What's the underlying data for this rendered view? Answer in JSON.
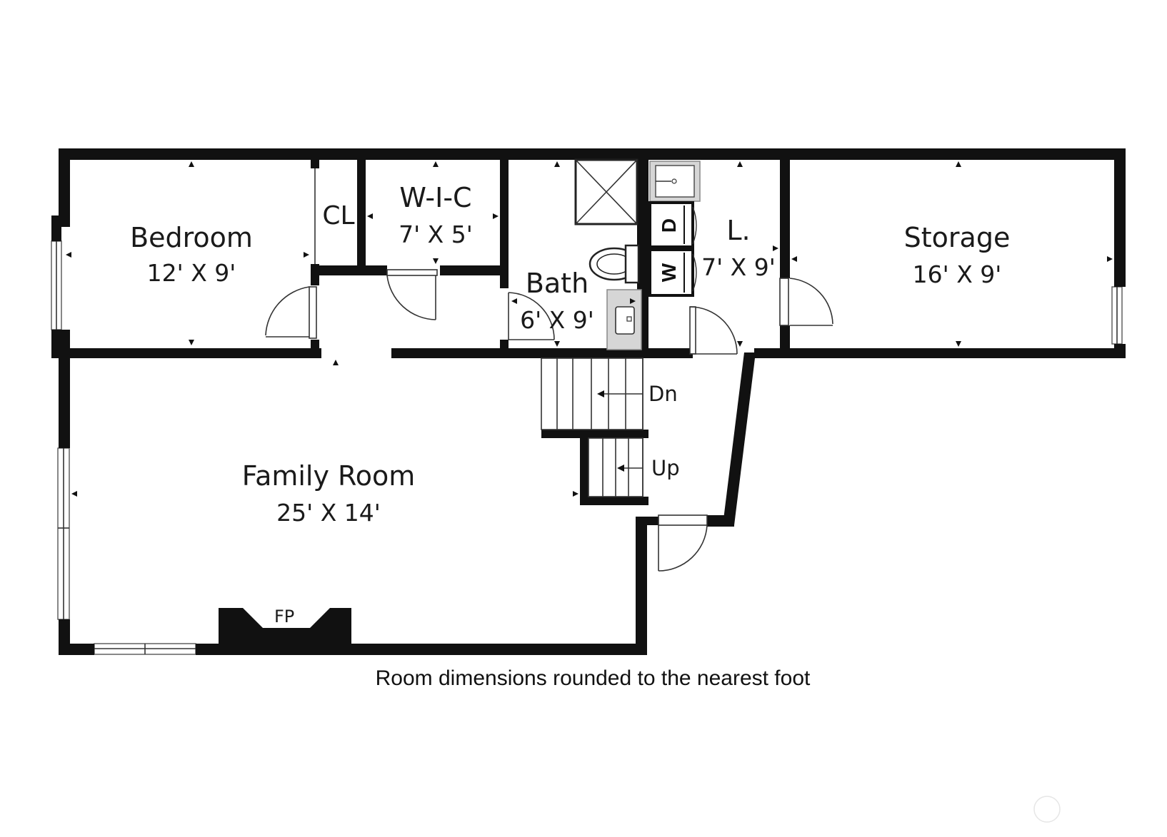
{
  "floorplan": {
    "rooms": [
      {
        "id": "bedroom",
        "name": "Bedroom",
        "dimensions": "12' X 9'"
      },
      {
        "id": "closet",
        "name": "CL",
        "dimensions": ""
      },
      {
        "id": "wic",
        "name": "W-I-C",
        "dimensions": "7' X 5'"
      },
      {
        "id": "bath",
        "name": "Bath",
        "dimensions": "6' X 9'"
      },
      {
        "id": "laundry",
        "name": "L.",
        "dimensions": "7' X 9'"
      },
      {
        "id": "storage",
        "name": "Storage",
        "dimensions": "16' X 9'"
      },
      {
        "id": "family-room",
        "name": "Family Room",
        "dimensions": "25' X 14'"
      }
    ],
    "labels": {
      "stairs_down": "Dn",
      "stairs_up": "Up",
      "fireplace": "FP",
      "washer": "W",
      "dryer": "D"
    },
    "footnote": "Room dimensions rounded to the nearest foot"
  }
}
